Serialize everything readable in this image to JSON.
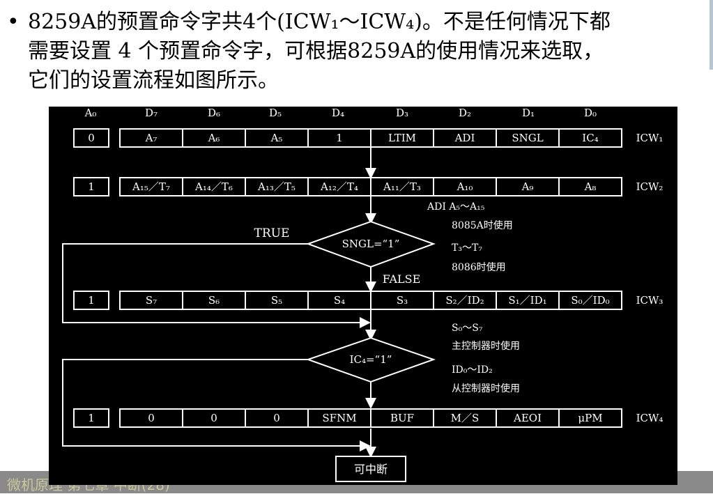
{
  "slide": {
    "bullet": "•",
    "line1": "8259A的预置命令字共4个(ICW₁～ICW₄)。不是任何情况下都",
    "line2": "需要设置 4 个预置命令字，可根据8259A的使用情况来选取，",
    "line3": "它们的设置流程如图所示。",
    "footer": "微机原理   第七章   中断(28)"
  },
  "diagram": {
    "headers": [
      "A₀",
      "D₇",
      "D₆",
      "D₅",
      "D₄",
      "D₃",
      "D₂",
      "D₁",
      "D₀"
    ],
    "icw1": {
      "a0": "0",
      "cells": [
        "A₇",
        "A₆",
        "A₅",
        "1",
        "LTIM",
        "ADI",
        "SNGL",
        "IC₄"
      ],
      "label": "ICW₁"
    },
    "icw2": {
      "a0": "1",
      "cells": [
        "A₁₅／T₇",
        "A₁₄／T₆",
        "A₁₃／T₅",
        "A₁₂／T₄",
        "A₁₁／T₃",
        "A₁₀",
        "A₉",
        "A₈"
      ],
      "label": "ICW₂"
    },
    "icw3": {
      "a0": "1",
      "cells": [
        "S₇",
        "S₆",
        "S₅",
        "S₄",
        "S₃",
        "S₂／ID₂",
        "S₁／ID₁",
        "S₀／ID₀"
      ],
      "label": "ICW₃"
    },
    "icw4": {
      "a0": "1",
      "cells": [
        "0",
        "0",
        "0",
        "SFNM",
        "BUF",
        "M／S",
        "AEOI",
        "μPM"
      ],
      "label": "ICW₄"
    },
    "decision1": {
      "text": "SNGL=“1”",
      "true_label": "TRUE",
      "false_label": "FALSE"
    },
    "decision2": {
      "text": "IC₄=“1”"
    },
    "notes1": [
      "ADI A₅～A₁₅",
      "8085A时使用",
      "T₃～T₇",
      "8086时使用"
    ],
    "notes2": [
      "S₀～S₇",
      "主控制器时使用",
      "ID₀～ID₂",
      "从控制器时使用"
    ],
    "end_box": "可中断"
  }
}
